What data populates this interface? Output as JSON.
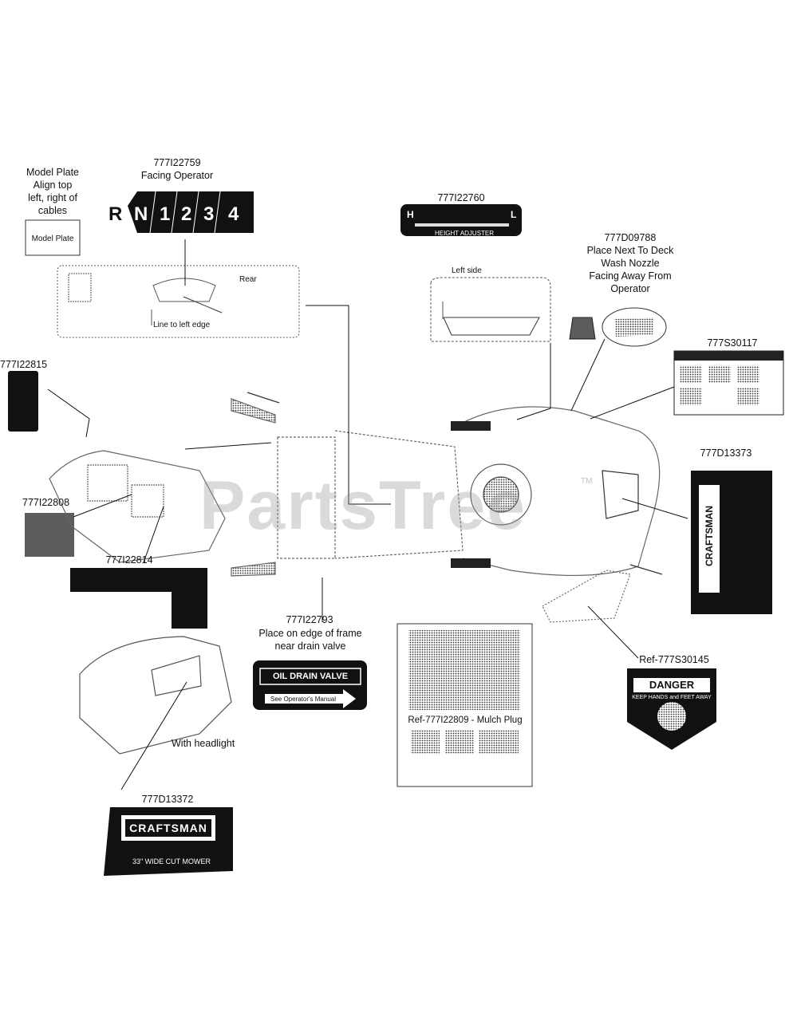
{
  "watermark": {
    "text": "PartsTree",
    "tm": "TM"
  },
  "labels": {
    "model_plate_note": [
      "Model Plate",
      "Align top",
      "left, right of",
      "cables"
    ],
    "model_plate_box": "Model Plate",
    "part_777I22759": "777I22759",
    "facing_operator": "Facing Operator",
    "shifter_gears": [
      "R",
      "N",
      "1",
      "2",
      "3",
      "4"
    ],
    "rear": "Rear",
    "line_to_left_edge": "Line to left edge",
    "part_777I22760": "777I22760",
    "height_scale": [
      "H",
      "L"
    ],
    "height_adjuster": "HEIGHT ADJUSTER",
    "left_side": "Left side",
    "part_777D09788": "777D09788",
    "deck_wash_note": [
      "Place Next To Deck",
      "Wash Nozzle",
      "Facing Away From",
      "Operator"
    ],
    "part_777S30117": "777S30117",
    "part_777I22815": "777I22815",
    "part_777D13373": "777D13373",
    "craftsman_vertical": "CRAFTSMAN",
    "part_777I22808": "777I22808",
    "part_777I22814": "777I22814",
    "part_777I22793": "777I22793",
    "oil_drain_note": [
      "Place on edge of frame",
      "near drain valve"
    ],
    "oil_drain_valve": "OIL DRAIN VALVE",
    "see_operators_manual": "See Operator's Manual",
    "ref_777S30145": "Ref-777S30145",
    "danger": "DANGER",
    "keep_hands_away": "KEEP HANDS and FEET AWAY",
    "mulch_plug_ref": "Ref-777I22809 - Mulch Plug",
    "with_headlight": "With headlight",
    "part_777D13372": "777D13372",
    "craftsman": "CRAFTSMAN",
    "wide_cut_mower": "33\" WIDE CUT MOWER"
  }
}
